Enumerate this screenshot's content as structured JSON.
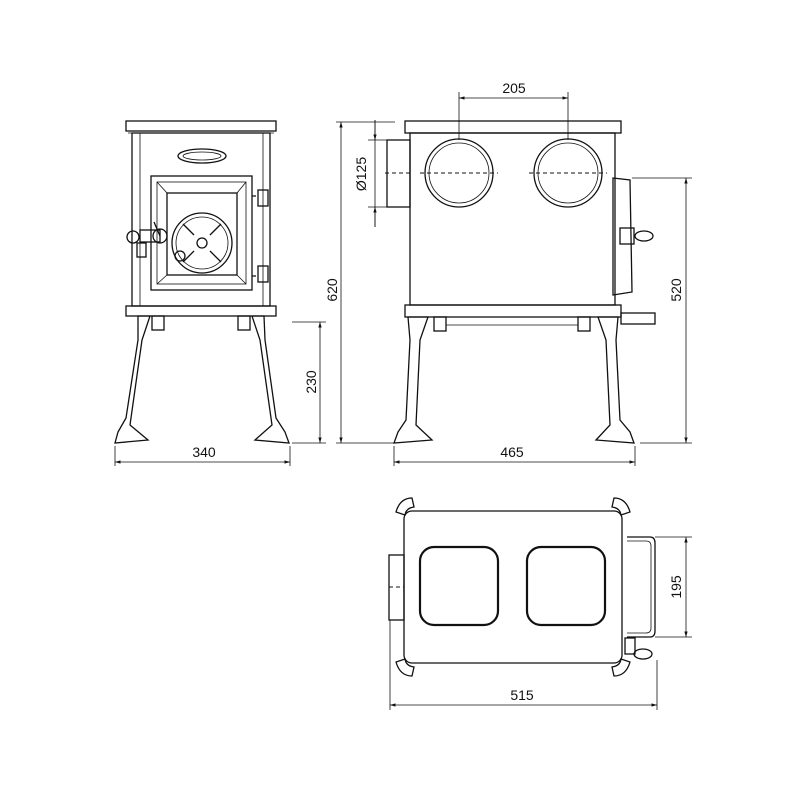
{
  "drawing": {
    "views": [
      "front",
      "side",
      "top"
    ],
    "dimensions": {
      "front_width": "340",
      "leg_height": "230",
      "total_height": "620",
      "flue_spacing": "205",
      "flue_diameter": "Ø125",
      "side_depth": "465",
      "door_height": "520",
      "handle_width": "195",
      "top_depth": "515"
    },
    "line_color": "#111111"
  }
}
